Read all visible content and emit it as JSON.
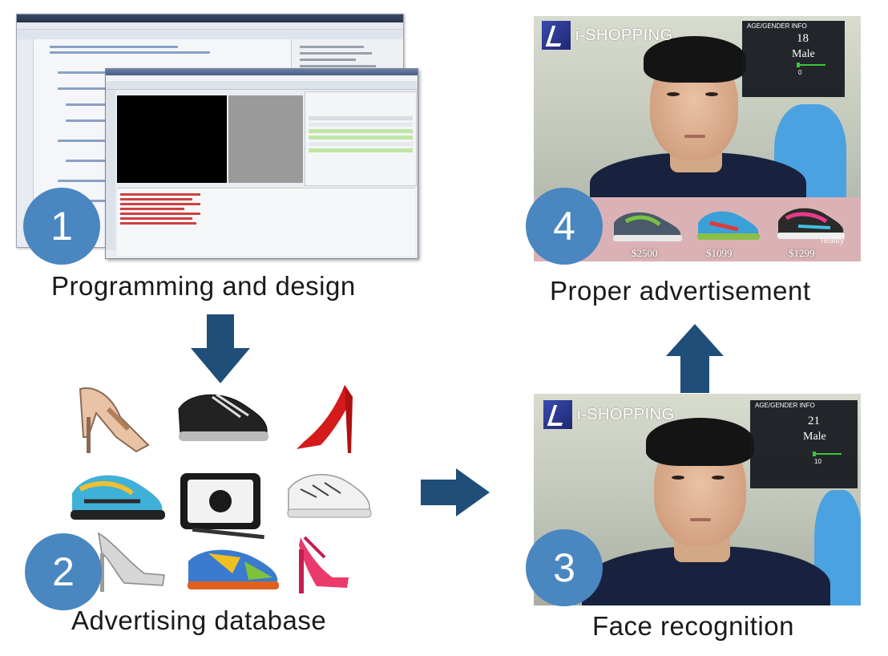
{
  "colors": {
    "badge": "#4a86c0",
    "arrow": "#1f4e79",
    "screen_panel": "#14181e",
    "ad_strip": "#dab2b5"
  },
  "steps": [
    {
      "number": "1",
      "label": "Programming and design"
    },
    {
      "number": "2",
      "label": "Advertising database"
    },
    {
      "number": "3",
      "label": "Face recognition"
    },
    {
      "number": "4",
      "label": "Proper advertisement"
    }
  ],
  "screen_recognition": {
    "brand": "i-SHOPPING",
    "info_header": "AGE/GENDER INFO",
    "age": "21",
    "gender": "Male",
    "slider_value": "10"
  },
  "screen_advertisement": {
    "brand": "i-SHOPPING",
    "info_header": "AGE/GENDER INFO",
    "age": "18",
    "gender": "Male",
    "slider_value": "0",
    "prices": [
      "$2500",
      "$1099",
      "$1299"
    ],
    "watermark": "reality"
  },
  "icons": {
    "arrow_down": "arrow-down-icon",
    "arrow_right": "arrow-right-icon",
    "arrow_up": "arrow-up-icon"
  }
}
